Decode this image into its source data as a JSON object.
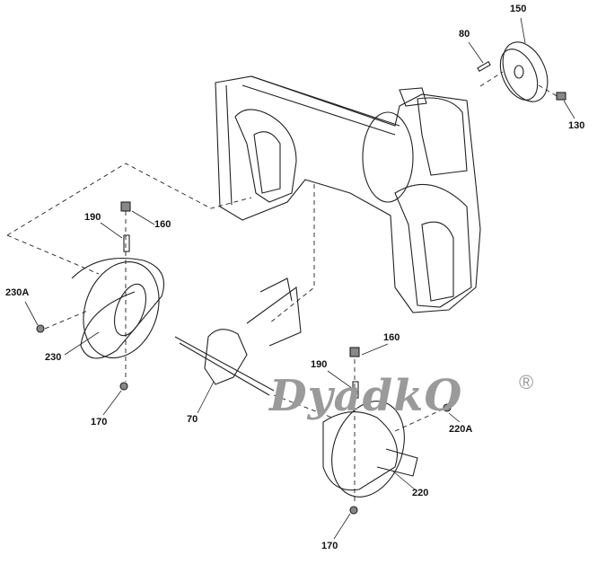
{
  "diagram": {
    "watermark": "DyadkO",
    "watermark_mark": "®",
    "callouts": [
      {
        "id": "150",
        "label": "150"
      },
      {
        "id": "80",
        "label": "80"
      },
      {
        "id": "130",
        "label": "130"
      },
      {
        "id": "190a",
        "label": "190"
      },
      {
        "id": "160a",
        "label": "160"
      },
      {
        "id": "230A",
        "label": "230A"
      },
      {
        "id": "230",
        "label": "230"
      },
      {
        "id": "70",
        "label": "70"
      },
      {
        "id": "170a",
        "label": "170"
      },
      {
        "id": "160b",
        "label": "160"
      },
      {
        "id": "190b",
        "label": "190"
      },
      {
        "id": "220A",
        "label": "220A"
      },
      {
        "id": "220",
        "label": "220"
      },
      {
        "id": "170b",
        "label": "170"
      }
    ]
  }
}
